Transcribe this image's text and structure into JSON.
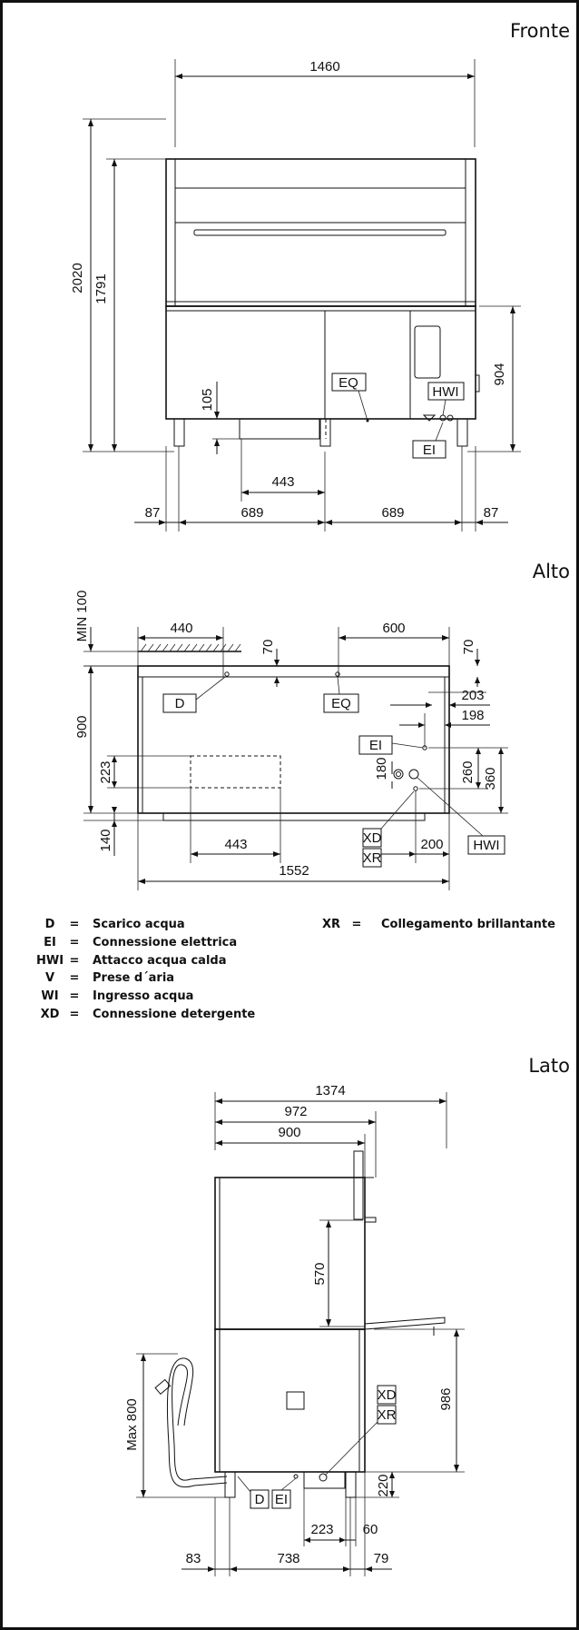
{
  "sections": {
    "front": "Fronte",
    "top": "Alto",
    "side": "Lato"
  },
  "front": {
    "dims": {
      "width": "1460",
      "height_total": "2020",
      "height_hood": "1791",
      "height_base": "904",
      "leg_clear": "105",
      "drain_offset": "443",
      "left_edge": "87",
      "left_span": "689",
      "right_span": "689",
      "right_edge": "87"
    },
    "tags": {
      "eq": "EQ",
      "hwi": "HWI",
      "ei": "EI"
    }
  },
  "top": {
    "dims": {
      "min_clearance": "MIN 100",
      "left_w": "440",
      "right_w": "600",
      "back_left": "70",
      "back_right": "70",
      "depth": "900",
      "r203": "203",
      "r198": "198",
      "side_223": "223",
      "r180": "180",
      "r360": "360",
      "r260": "260",
      "front_140": "140",
      "bottom_443": "443",
      "bottom_200": "200",
      "total_w": "1552"
    },
    "tags": {
      "d": "D",
      "eq": "EQ",
      "ei": "EI",
      "xd": "XD",
      "xr": "XR",
      "hwi": "HWI"
    }
  },
  "legend": [
    {
      "code": "D",
      "eq": "=",
      "text": "Scarico acqua"
    },
    {
      "code": "EI",
      "eq": "=",
      "text": "Connessione elettrica"
    },
    {
      "code": "HWI",
      "eq": "=",
      "text": "Attacco acqua calda"
    },
    {
      "code": "V",
      "eq": "=",
      "text": "Prese d´aria"
    },
    {
      "code": "WI",
      "eq": "=",
      "text": "Ingresso acqua"
    },
    {
      "code": "XD",
      "eq": "=",
      "text": "Connessione detergente"
    },
    {
      "code": "XR",
      "eq": "=",
      "text": "Collegamento brillantante"
    }
  ],
  "side": {
    "dims": {
      "total_depth": "1374",
      "d972": "972",
      "d900": "900",
      "door_570": "570",
      "hose_max": "Max 800",
      "h986": "986",
      "h220": "220",
      "b223": "223",
      "b60": "60",
      "b83": "83",
      "b738": "738",
      "b79": "79"
    },
    "tags": {
      "xd": "XD",
      "xr": "XR",
      "d": "D",
      "ei": "EI"
    }
  }
}
